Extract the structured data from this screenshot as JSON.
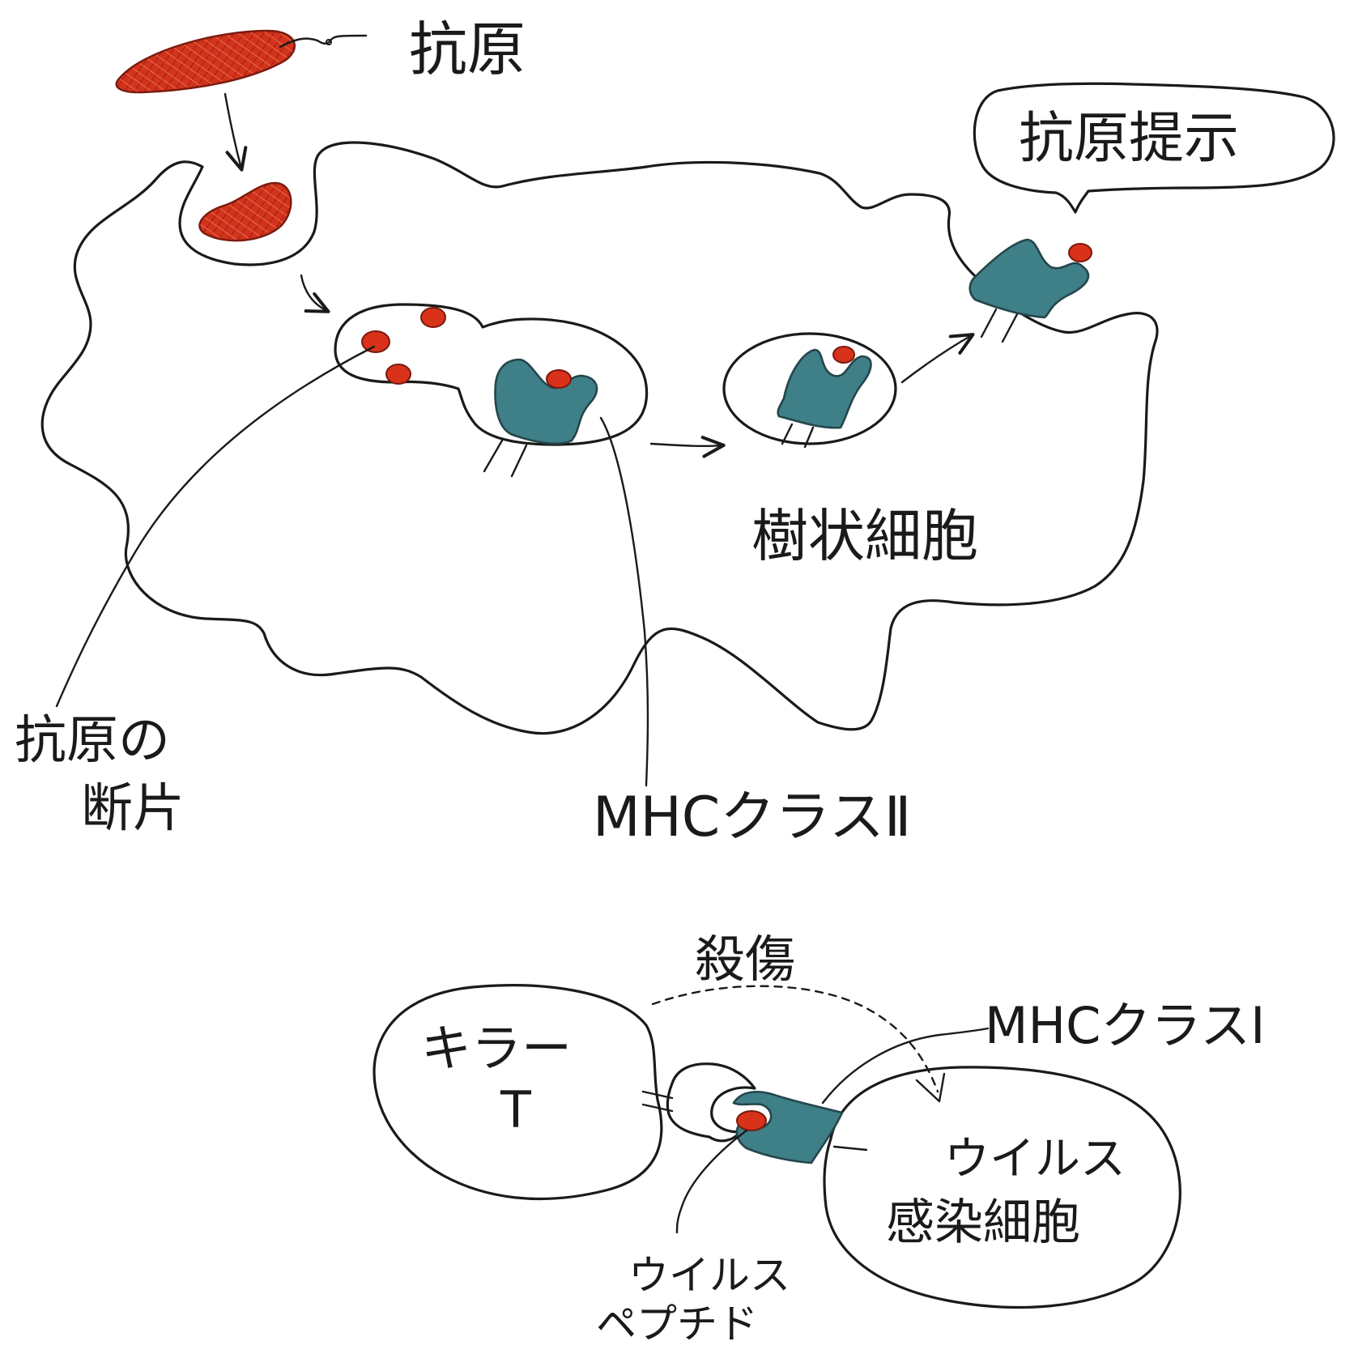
{
  "labels": {
    "antigen": "抗原",
    "antigen_presentation": "抗原提示",
    "dendritic_cell": "樹状細胞",
    "antigen_fragment_line1": "抗原の",
    "antigen_fragment_line2": "断片",
    "mhc_class_2": "MHCクラスⅡ",
    "kill": "殺傷",
    "killer_t_line1": "キラー",
    "killer_t_line2": "T",
    "mhc_class_1": "MHCクラスⅠ",
    "infected_cell_line1": "ウイルス",
    "infected_cell_line2": "感染細胞",
    "viral_peptide_line1": "ウイルス",
    "viral_peptide_line2": "ペプチド"
  },
  "colors": {
    "antigen_red": "#d2331c",
    "mhc_teal": "#3f7f87",
    "ink": "#1a1a1a"
  }
}
